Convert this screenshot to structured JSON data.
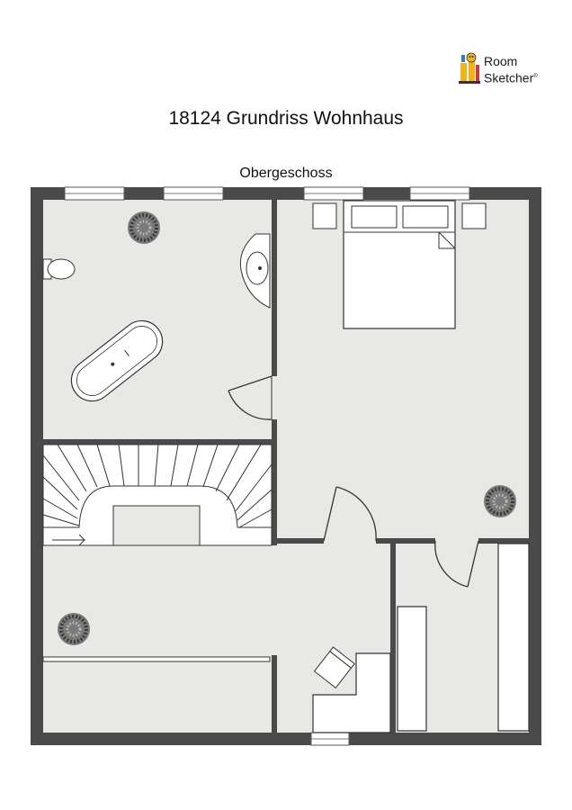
{
  "title": "18124 Grundriss Wohnhaus",
  "subtitle": "Obergeschoss",
  "logo": {
    "line1": "Room",
    "line2": "Sketcher",
    "mark": "®"
  },
  "colors": {
    "wall": "#4a4a4c",
    "floor": "#e8e9e4",
    "fixture": "#ffffff",
    "line": "#333333"
  }
}
